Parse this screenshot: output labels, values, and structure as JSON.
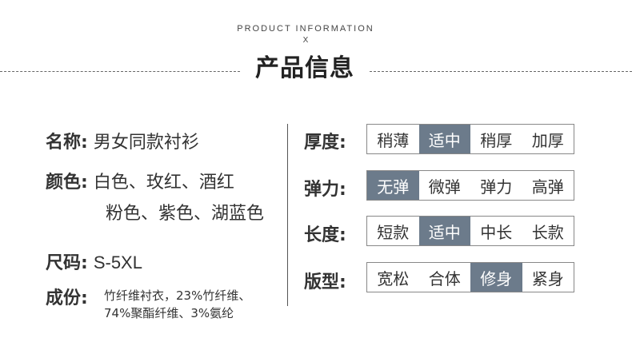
{
  "header": {
    "english": "PRODUCT INFORMATION",
    "x_mark": "X",
    "chinese": "产品信息"
  },
  "info": {
    "name": {
      "label": "名称:",
      "value": "男女同款衬衫"
    },
    "color": {
      "label": "颜色:",
      "value_line1": "白色、玫红、酒红",
      "value_line2": "粉色、紫色、湖蓝色"
    },
    "size": {
      "label": "尺码:",
      "value": "S-5XL"
    },
    "material": {
      "label": "成份:",
      "value_line1": "竹纤维衬衣，23%竹纤维、",
      "value_line2": "74%聚酯纤维、3%氨纶"
    }
  },
  "attributes": [
    {
      "label": "厚度:",
      "options": [
        "稍薄",
        "适中",
        "稍厚",
        "加厚"
      ],
      "selected": 1
    },
    {
      "label": "弹力:",
      "options": [
        "无弹",
        "微弹",
        "弹力",
        "高弹"
      ],
      "selected": 0
    },
    {
      "label": "长度:",
      "options": [
        "短款",
        "适中",
        "中长",
        "长款"
      ],
      "selected": 1
    },
    {
      "label": "版型:",
      "options": [
        "宽松",
        "合体",
        "修身",
        "紧身"
      ],
      "selected": 2
    }
  ],
  "colors": {
    "selected_bg": "#6c7b8b",
    "text": "#333333",
    "border": "#888888"
  }
}
